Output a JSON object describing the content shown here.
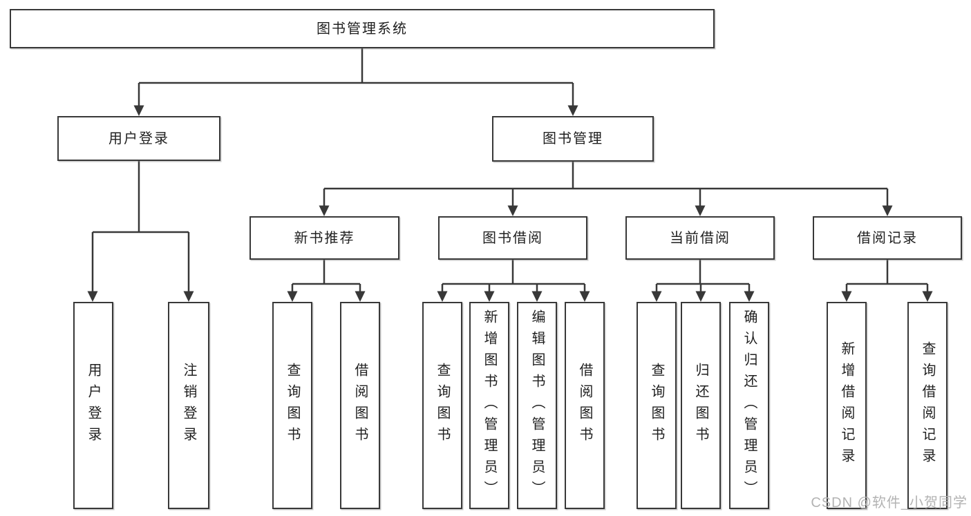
{
  "diagram": {
    "type": "tree",
    "title": "图书管理系统",
    "tree": {
      "label": "图书管理系统",
      "children": [
        {
          "label": "用户登录",
          "children": [
            {
              "label": "用户登录"
            },
            {
              "label": "注销登录"
            }
          ]
        },
        {
          "label": "图书管理",
          "children": [
            {
              "label": "新书推荐",
              "children": [
                {
                  "label": "查询图书"
                },
                {
                  "label": "借阅图书"
                }
              ]
            },
            {
              "label": "图书借阅",
              "children": [
                {
                  "label": "查询图书"
                },
                {
                  "label": "新增图书（管理员）"
                },
                {
                  "label": "编辑图书（管理员）"
                },
                {
                  "label": "借阅图书"
                }
              ]
            },
            {
              "label": "当前借阅",
              "children": [
                {
                  "label": "查询图书"
                },
                {
                  "label": "归还图书"
                },
                {
                  "label": "确认归还（管理员）"
                }
              ]
            },
            {
              "label": "借阅记录",
              "children": [
                {
                  "label": "新增借阅记录"
                },
                {
                  "label": "查询借阅记录"
                }
              ]
            }
          ]
        }
      ]
    }
  },
  "watermark": {
    "text": "CSDN @软件_小贺同学"
  },
  "colors": {
    "line": "#383838",
    "box_border": "#383838",
    "text": "#1f1f1f",
    "watermark": "#b3b3b3",
    "background": "#ffffff"
  }
}
